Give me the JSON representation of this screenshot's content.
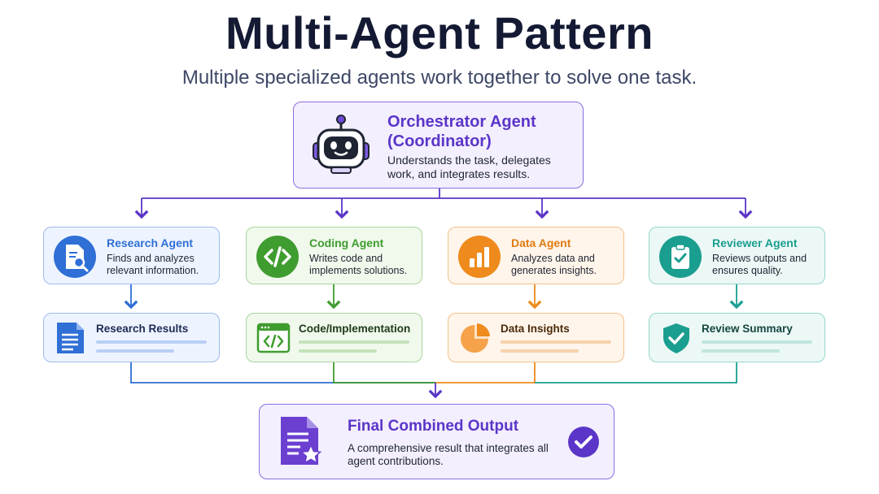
{
  "header": {
    "title": "Multi-Agent Pattern",
    "subtitle": "Multiple specialized agents work together to solve one task."
  },
  "orchestrator": {
    "title": "Orchestrator Agent (Coordinator)",
    "description": "Understands the task, delegates work, and integrates results.",
    "icon": "robot-icon",
    "color": "#5b35c8"
  },
  "agents": [
    {
      "name": "Research Agent",
      "description": "Finds and analyzes relevant information.",
      "icon": "document-search-icon",
      "color": "#2f6fd6",
      "output": {
        "label": "Research Results",
        "icon": "document-icon"
      }
    },
    {
      "name": "Coding Agent",
      "description": "Writes code and implements solutions.",
      "icon": "code-icon",
      "color": "#3f9c2f",
      "output": {
        "label": "Code/Implementation",
        "icon": "code-window-icon"
      }
    },
    {
      "name": "Data Agent",
      "description": "Analyzes data and generates insights.",
      "icon": "bar-chart-icon",
      "color": "#ef8a1c",
      "output": {
        "label": "Data Insights",
        "icon": "pie-chart-icon"
      }
    },
    {
      "name": "Reviewer Agent",
      "description": "Reviews outputs and ensures quality.",
      "icon": "clipboard-check-icon",
      "color": "#1a9e8f",
      "output": {
        "label": "Review Summary",
        "icon": "shield-check-icon"
      }
    }
  ],
  "final": {
    "title": "Final Combined Output",
    "description": "A comprehensive result that integrates all agent contributions.",
    "icon": "document-star-icon",
    "status_icon": "check-circle-icon",
    "color": "#5b35c8"
  }
}
